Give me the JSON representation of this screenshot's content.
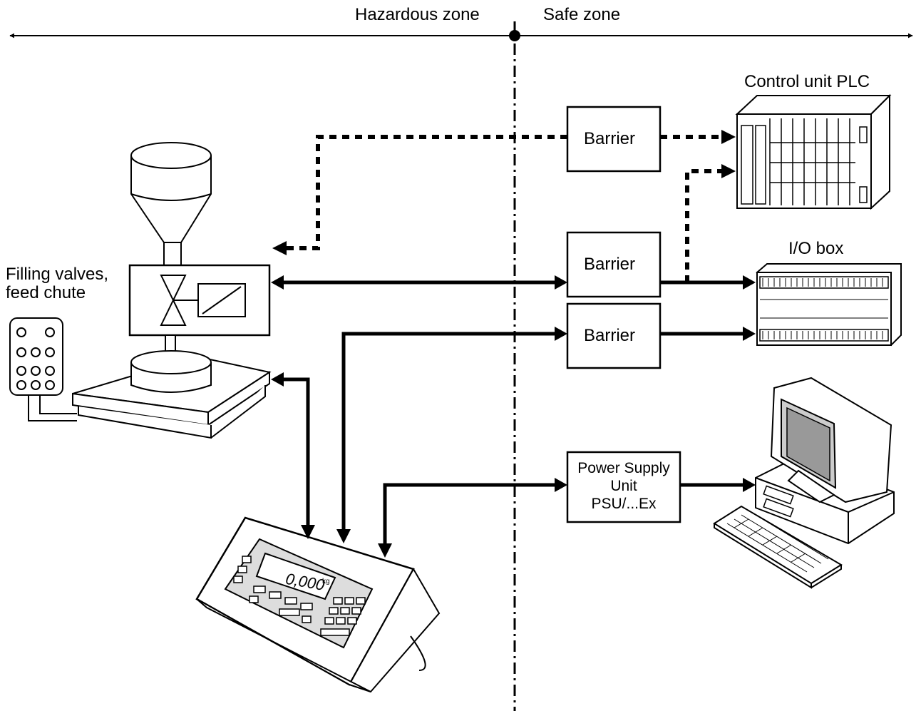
{
  "zones": {
    "hazardous": "Hazardous zone",
    "safe": "Safe zone"
  },
  "labels": {
    "plc": "Control unit PLC",
    "io_box": "I/O box",
    "filling_line1": "Filling valves,",
    "filling_line2": "feed chute"
  },
  "boxes": {
    "barrier1": "Barrier",
    "barrier2": "Barrier",
    "barrier3": "Barrier",
    "psu_line1": "Power Supply",
    "psu_line2": "Unit",
    "psu_line3": "PSU/...Ex"
  },
  "display": {
    "reading": "0,000",
    "unit": "kg"
  }
}
